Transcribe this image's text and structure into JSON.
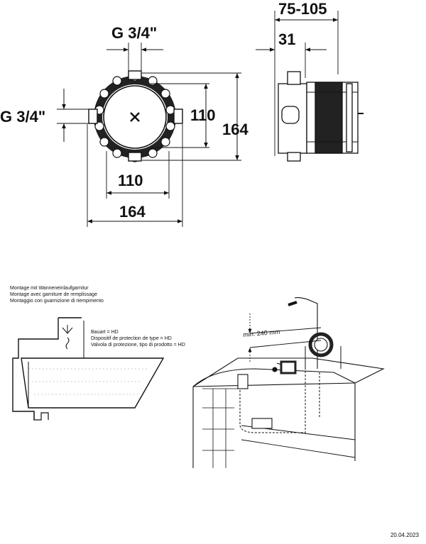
{
  "dims": {
    "g_top": "G 3/4\"",
    "g_left": "G 3/4\"",
    "w_inner_h": "110",
    "w_outer_h": "164",
    "h_inner": "110",
    "h_outer": "164",
    "depth_range": "75-105",
    "depth_min": "31"
  },
  "install": {
    "title_de": "Montage mit Wanneneinlaufgarnitur",
    "title_fr": "Montage avec garniture de remplissage",
    "title_it": "Montaggio con guarnizione di riempimento",
    "note_de": "Bauart = HD",
    "note_fr": "Dispositif de protection de type = HD",
    "note_it": "Valvola di protezione, tipo di prodotto = HD",
    "min_height": "min. 240 mm"
  },
  "footer": {
    "date": "20.04.2023"
  }
}
